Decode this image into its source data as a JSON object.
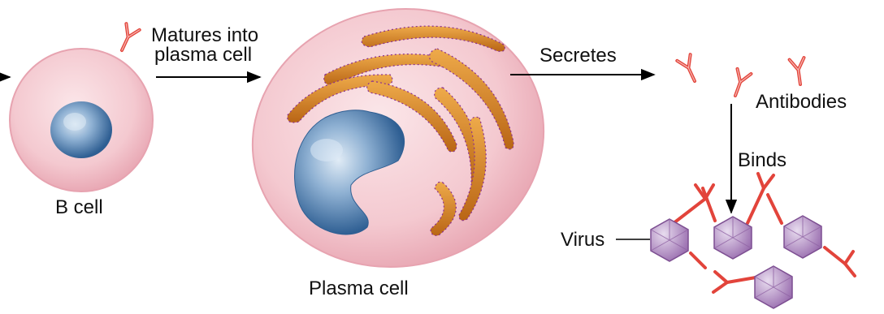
{
  "labels": {
    "b_cell": "B cell",
    "matures_line1": "Matures into",
    "matures_line2": "plasma cell",
    "plasma_cell": "Plasma cell",
    "secretes": "Secretes",
    "antibodies": "Antibodies",
    "binds": "Binds",
    "virus": "Virus"
  },
  "colors": {
    "cell_membrane": "#f3c0c8",
    "cytoplasm": "#f8d8dc",
    "nucleus": "#4e7fae",
    "nucleus_highlight": "#d7e6f2",
    "er": "#c9771f",
    "ribosome": "#8a2f8f",
    "antibody": "#e2443b",
    "virus": "#b48ac4",
    "arrow": "#000000"
  },
  "icons": [
    "b-cell",
    "plasma-cell",
    "antibody",
    "virus",
    "arrow"
  ]
}
